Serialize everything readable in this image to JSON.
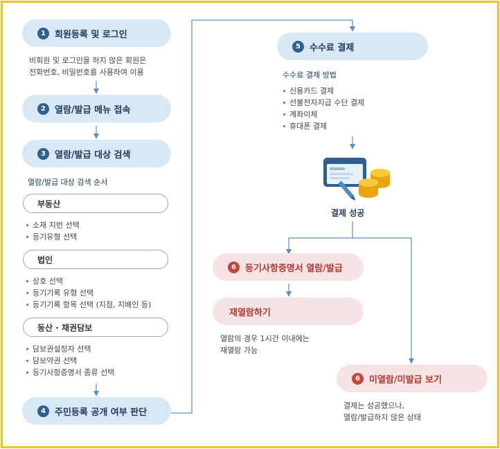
{
  "steps": {
    "s1": {
      "num": "1",
      "label": "회원등록 및 로그인",
      "desc": [
        "비회원 및 로그인을 하지 않은 회원은",
        "전화번호, 비밀번호를 사용하여 이용"
      ]
    },
    "s2": {
      "num": "2",
      "label": "열람/발급 메뉴 접속"
    },
    "s3": {
      "num": "3",
      "label": "열람/발급 대상 검색",
      "heading": "열람/발급 대상 검색 순서"
    },
    "s4": {
      "num": "4",
      "label": "주민등록 공개 여부 판단"
    },
    "s5": {
      "num": "5",
      "label": "수수료 결제",
      "heading": "수수료 결제 방법",
      "methods": [
        "신용카드 결제",
        "선불전자지급 수단 결제",
        "계좌이체",
        "휴대폰 결제"
      ]
    },
    "s6a": {
      "num": "6",
      "label": "등기사항증명서 열람/발급"
    },
    "s6b": {
      "num": "6",
      "label": "미열람/미발급 보기",
      "desc": [
        "결제는 성공했으나,",
        "열람/발급하지 않은 상태"
      ]
    }
  },
  "search_groups": [
    {
      "title": "부동산",
      "items": [
        "소재 지번 선택",
        "등기유형 선택"
      ]
    },
    {
      "title": "법인",
      "items": [
        "상호 선택",
        "등기기록 유형 선택",
        "등기기록 항목 선택 (지점, 지배인 등)"
      ]
    },
    {
      "title": "동산 · 채권담보",
      "items": [
        "담보권설정자 선택",
        "담보약권 선택",
        "등기사항증명서 종류 선택"
      ]
    }
  ],
  "success": {
    "label": "결제 성공",
    "icon": "payment-card-coins-icon"
  },
  "reopen": {
    "label": "재열람하기",
    "desc": [
      "열람의 경우 1시간 이내에는",
      "재열람 가능"
    ]
  },
  "colors": {
    "border": "#f7c21a",
    "blue_pill": "#d9e8f5",
    "pink_pill": "#f6e3e3",
    "line": "#5b8ec0"
  }
}
